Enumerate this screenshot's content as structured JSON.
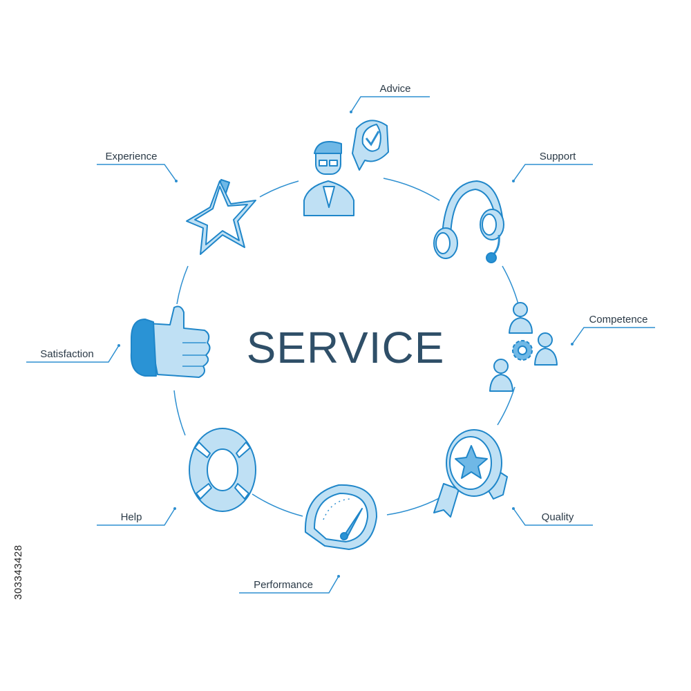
{
  "diagram": {
    "title": "SERVICE",
    "stock_id": "303343428",
    "colors": {
      "line": "#2d8fd0",
      "title": "#2f4f68",
      "icon_fill": "#bfe0f4",
      "icon_stroke": "#1f86c9"
    },
    "nodes": [
      {
        "label": "Advice",
        "icon": "consultant-check-icon"
      },
      {
        "label": "Support",
        "icon": "headset-icon"
      },
      {
        "label": "Competence",
        "icon": "team-gear-icon"
      },
      {
        "label": "Quality",
        "icon": "award-badge-icon"
      },
      {
        "label": "Performance",
        "icon": "speedometer-icon"
      },
      {
        "label": "Help",
        "icon": "lifebuoy-icon"
      },
      {
        "label": "Satisfaction",
        "icon": "thumbs-up-icon"
      },
      {
        "label": "Experience",
        "icon": "star-icon"
      }
    ]
  }
}
